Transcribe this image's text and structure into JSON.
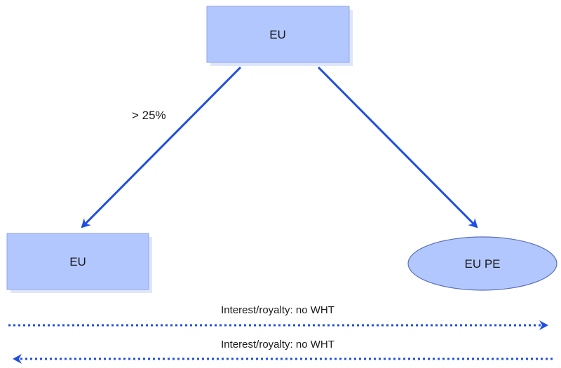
{
  "nodes": {
    "top": {
      "label": "EU"
    },
    "left": {
      "label": "EU"
    },
    "right": {
      "label": "EU PE"
    }
  },
  "edges": {
    "to_left": {
      "label": "> 25%"
    }
  },
  "flows": {
    "interest_right": {
      "label": "Interest/royalty: no WHT"
    },
    "interest_left": {
      "label": "Interest/royalty: no WHT"
    }
  },
  "colors": {
    "box_fill": "#b3c7ff",
    "box_border": "#8fa6e8",
    "box_shadow": "#dfe6fb",
    "arrow": "#1f4fe0"
  }
}
